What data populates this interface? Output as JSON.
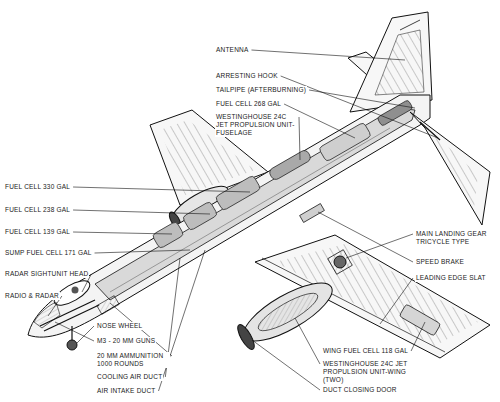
{
  "diagram": {
    "labels": [
      "ANTENNA",
      "ARRESTING HOOK",
      "TAILPIPE (AFTERBURNING)",
      "FUEL CELL 268 GAL",
      "WESTINGHOUSE 24C JET PROPULSION UNIT-FUSELAGE",
      "FUEL CELL 330 GAL",
      "FUEL CELL 238 GAL",
      "FUEL CELL 139 GAL",
      "SUMP FUEL CELL 171 GAL",
      "RADAR SIGHTUNIT HEAD",
      "RADIO & RADAR",
      "MAIN LANDING GEAR TRICYCLE TYPE",
      "SPEED BRAKE",
      "LEADING EDGE SLAT",
      "NOSE WHEEL",
      "M3 - 20 MM GUNS",
      "20 MM AMMUNITION 1000 ROUNDS",
      "COOLING AIR DUCT",
      "AIR INTAKE DUCT",
      "WING FUEL CELL 118 GAL",
      "WESTINGHOUSE 24C JET PROPULSION UNIT-WING (TWO)",
      "DUCT CLOSING DOOR"
    ]
  }
}
